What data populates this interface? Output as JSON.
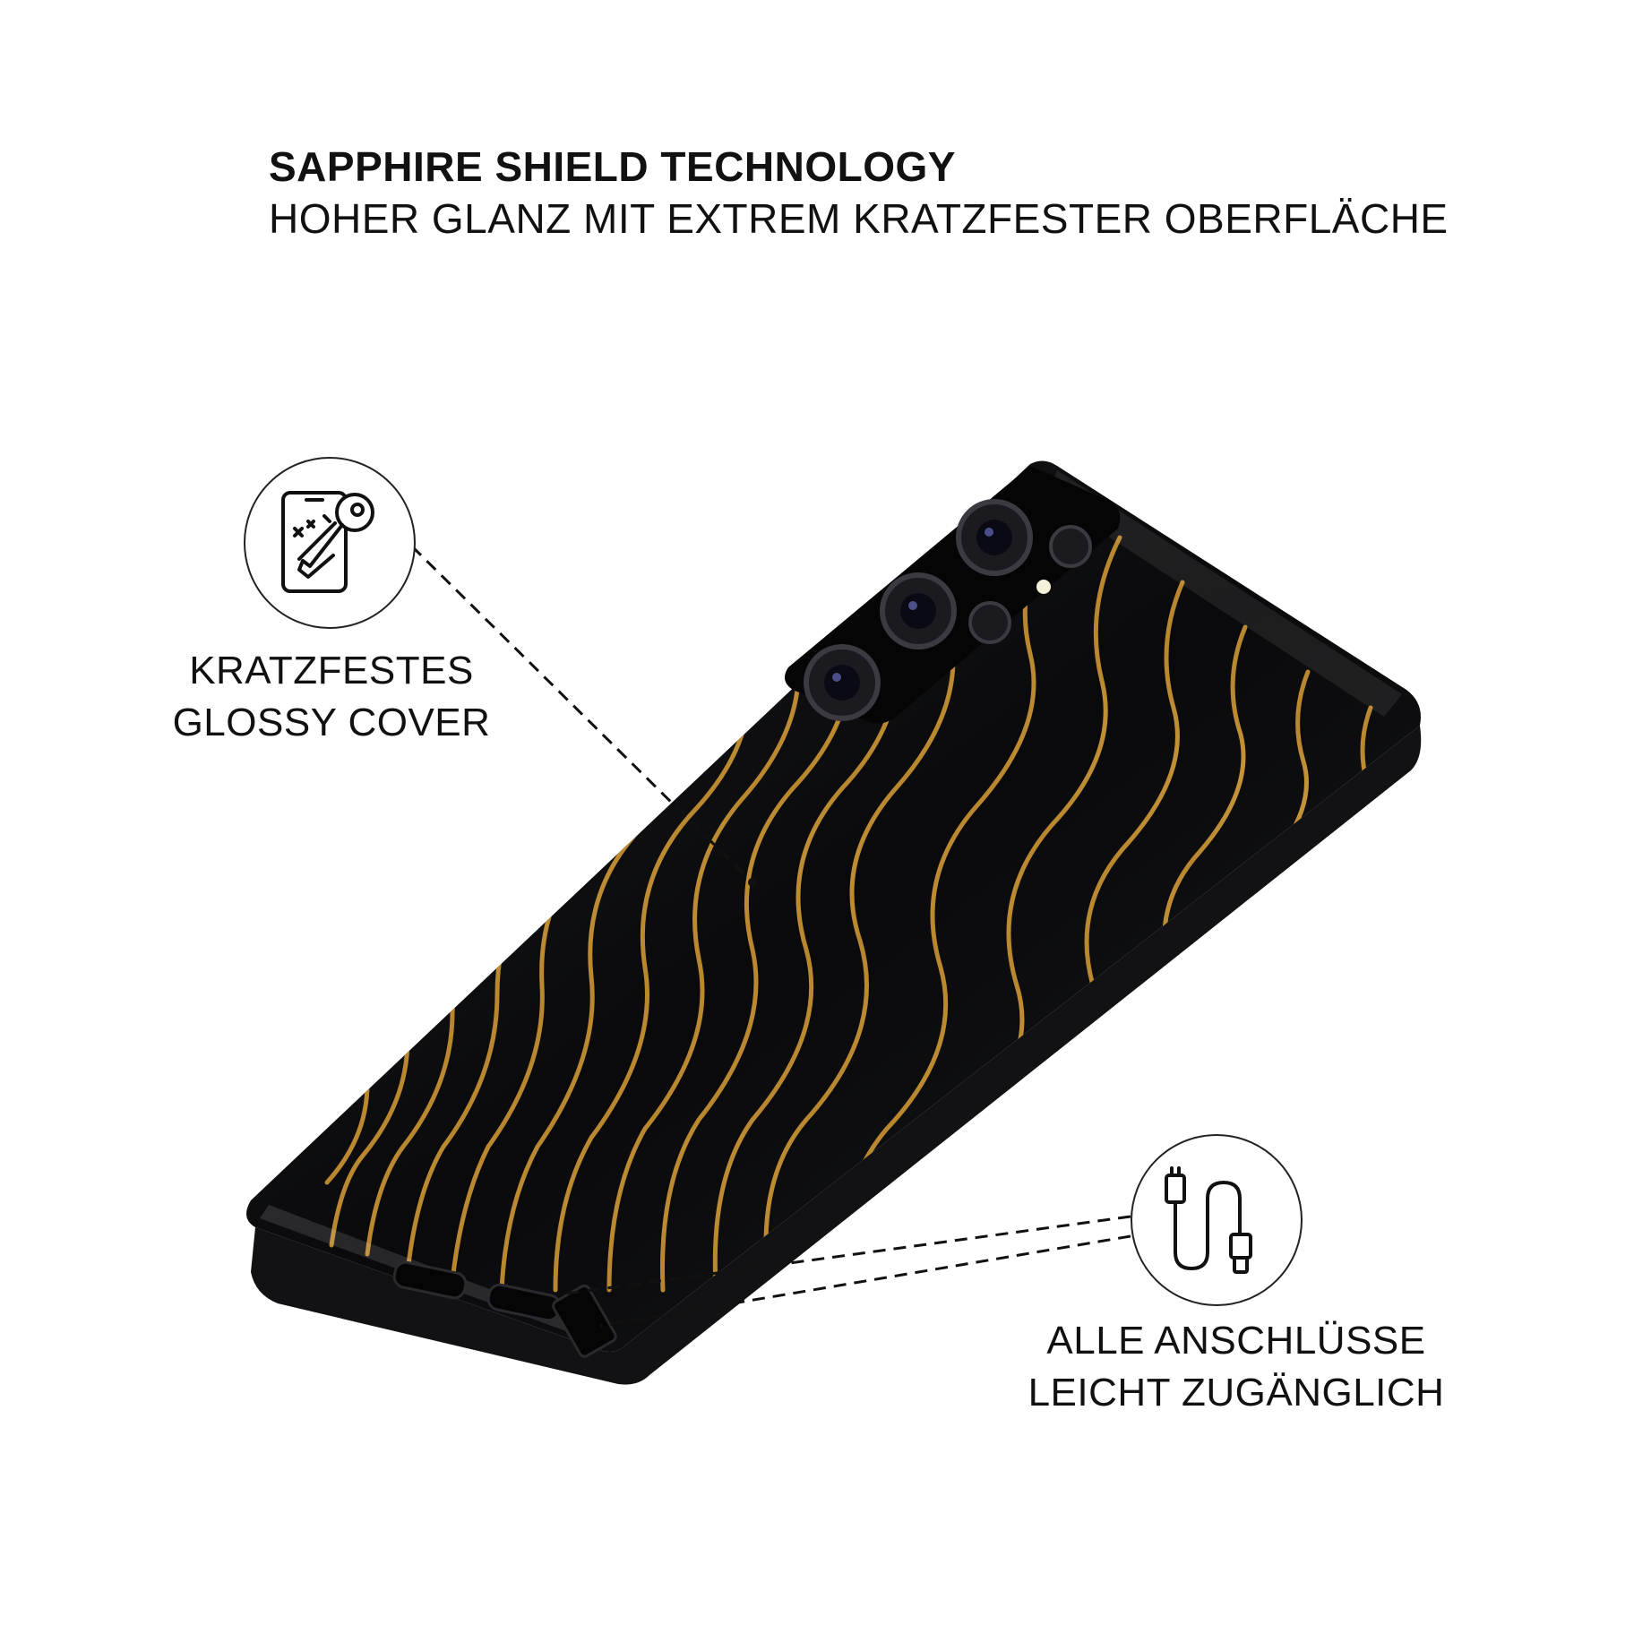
{
  "header": {
    "title": "SAPPHIRE SHIELD TECHNOLOGY",
    "subtitle": "HOHER GLANZ MIT EXTREM KRATZFESTER OBERFLÄCHE"
  },
  "features": {
    "left": {
      "icon": "scratch-resistant-phone-key-icon",
      "line1": "KRATZFESTES",
      "line2": "GLOSSY COVER"
    },
    "right": {
      "icon": "usb-cable-icon",
      "line1": "ALLE ANSCHLÜSSE",
      "line2": "LEICHT ZUGÄNGLICH"
    }
  },
  "colors": {
    "case_black": "#0b0b0d",
    "gold_lines": "#c9973a",
    "text": "#111111"
  }
}
